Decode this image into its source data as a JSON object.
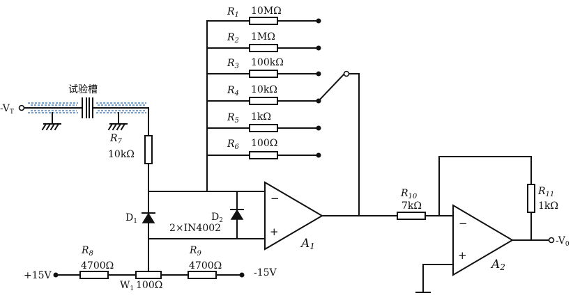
{
  "diagram": {
    "labels": {
      "cell": "试验槽",
      "vt": "-V",
      "vt_sub": "T",
      "r7": "R",
      "r7_sub": "7",
      "r7_val": "10kΩ",
      "d1": "D",
      "d1_sub": "1",
      "d2": "D",
      "d2_sub": "2",
      "diodes": "2×IN4002",
      "r8": "R",
      "r8_sub": "8",
      "r8_val": "4700Ω",
      "r9": "R",
      "r9_sub": "9",
      "r9_val": "4700Ω",
      "w1": "W",
      "w1_sub": "1",
      "w1_val": "100Ω",
      "plus15": "+15V",
      "minus15": "-15V",
      "a1": "A",
      "a1_sub": "1",
      "a2": "A",
      "a2_sub": "2",
      "r10": "R",
      "r10_sub": "10",
      "r10_val": "7kΩ",
      "r11": "R",
      "r11_sub": "11",
      "r11_val": "1kΩ",
      "vo": "-V",
      "vo_sub": "0",
      "minus": "−",
      "plus": "+"
    },
    "range_resistors": [
      {
        "name": "R",
        "sub": "1",
        "value": "10MΩ"
      },
      {
        "name": "R",
        "sub": "2",
        "value": "1MΩ"
      },
      {
        "name": "R",
        "sub": "3",
        "value": "100kΩ"
      },
      {
        "name": "R",
        "sub": "4",
        "value": "10kΩ"
      },
      {
        "name": "R",
        "sub": "5",
        "value": "1kΩ"
      },
      {
        "name": "R",
        "sub": "6",
        "value": "100Ω"
      }
    ]
  }
}
